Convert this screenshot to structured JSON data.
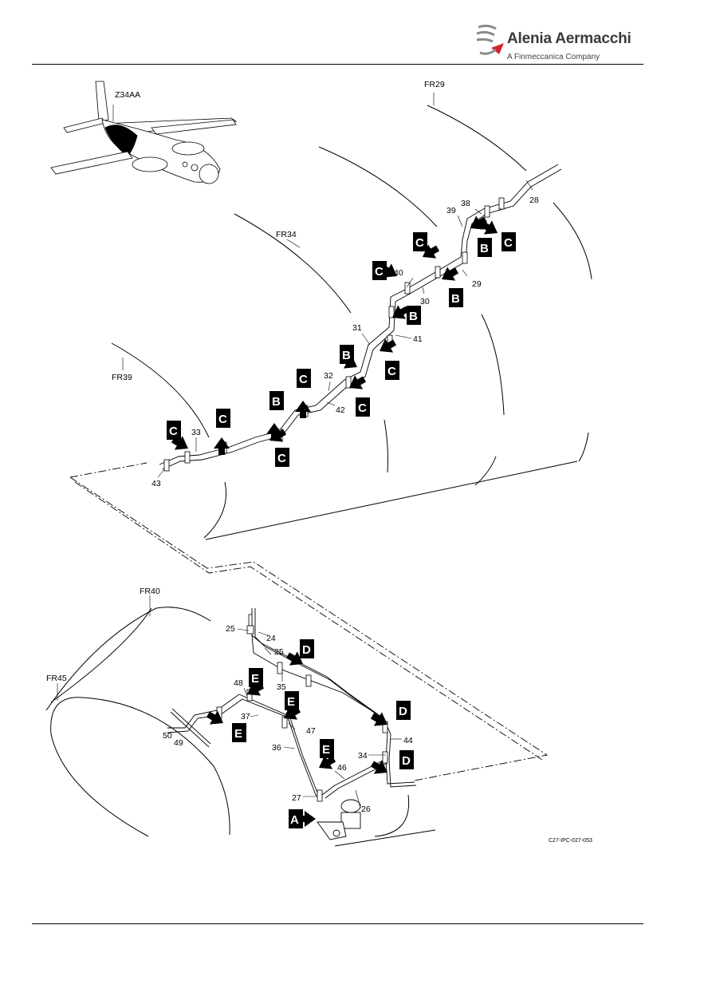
{
  "header": {
    "logo_name": "Alenia Aermacchi",
    "logo_subtitle": "A Finmeccanica Company"
  },
  "figure": {
    "code": "C27-IPC-027-053",
    "zone": "Z34AA",
    "frames": [
      "FR29",
      "FR34",
      "FR39",
      "FR40",
      "FR45"
    ],
    "view_letters": [
      "A",
      "B",
      "C",
      "D",
      "E"
    ]
  },
  "callouts": {
    "upper": [
      "28",
      "29",
      "30",
      "31",
      "32",
      "33",
      "38",
      "39",
      "40",
      "41",
      "42",
      "43"
    ],
    "lower": [
      "24",
      "25",
      "25",
      "26",
      "27",
      "34",
      "35",
      "36",
      "37",
      "44",
      "46",
      "47",
      "48",
      "49",
      "50"
    ]
  }
}
